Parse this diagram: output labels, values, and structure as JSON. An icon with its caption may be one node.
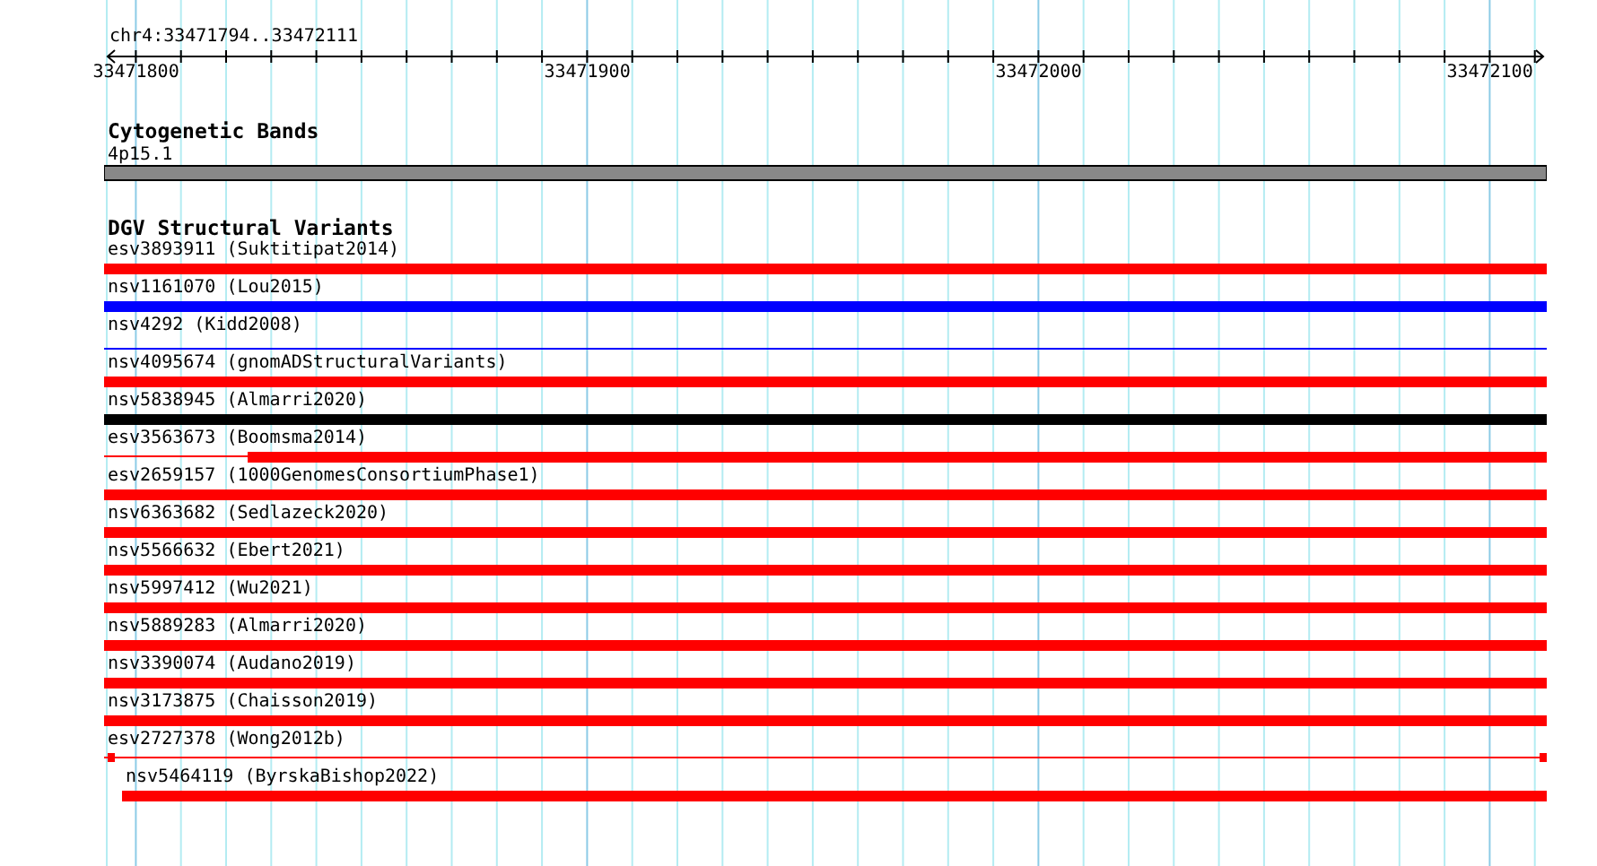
{
  "diagram": {
    "title": "chr4:33471794..33472111",
    "nodes": [
      {
        "text": [
          "4p15.1"
        ]
      },
      {
        "text": [
          "esv3893911 (Suktitipat2014)"
        ]
      },
      {
        "text": [
          "nsv1161070 (Lou2015)"
        ]
      },
      {
        "text": [
          "nsv4292 (Kidd2008)"
        ]
      },
      {
        "text": [
          "nsv4095674 (gnomADStructuralVariants)"
        ]
      },
      {
        "text": [
          "nsv5838945 (Almarri2020)"
        ]
      },
      {
        "text": [
          "esv3563673 (Boomsma2014)"
        ]
      },
      {
        "text": [
          "esv2659157 (1000GenomesConsortiumPhase1)"
        ]
      },
      {
        "text": [
          "nsv6363682 (Sedlazeck2020)"
        ]
      },
      {
        "text": [
          "nsv5566632 (Ebert2021)"
        ]
      },
      {
        "text": [
          "nsv5997412 (Wu2021)"
        ]
      },
      {
        "text": [
          "nsv5889283 (Almarri2020)"
        ]
      },
      {
        "text": [
          "nsv3390074 (Audano2019)"
        ]
      },
      {
        "text": [
          "nsv3173875 (Chaisson2019)"
        ]
      },
      {
        "text": [
          "esv2727378 (Wong2012b)"
        ]
      },
      {
        "text": [
          "nsv5464119 (ByrskaBishop2022)"
        ]
      }
    ],
    "labels": [
      "33471800",
      "33471900",
      "33472000",
      "33472100",
      "Cytogenetic Bands",
      "DGV Structural Variants"
    ]
  }
}
